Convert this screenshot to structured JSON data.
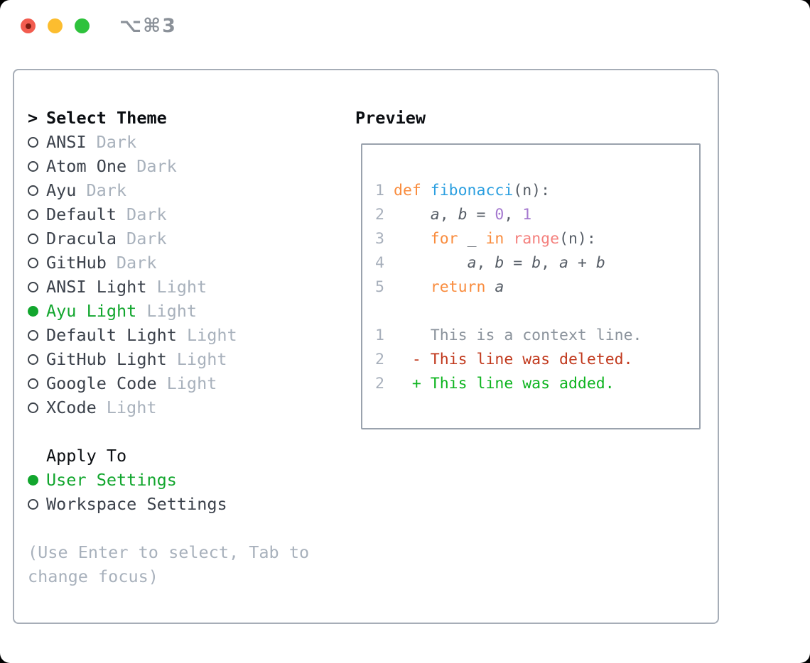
{
  "titlebar": {
    "title": "⌥⌘3"
  },
  "colors": {
    "traffic_red": "#f25c4f",
    "traffic_red_dot": "#7c1c11",
    "traffic_yellow": "#fcbd2f",
    "traffic_green": "#2ec23c",
    "title_gray": "#8b9199",
    "panel_border": "#a6adb7",
    "preview_border": "#9aa2ad",
    "heading_black": "#0b0e12",
    "text_dark": "#3b414b",
    "muted": "#a8b1bc",
    "selected_green": "#12a62e",
    "line_number": "#a7afbb"
  },
  "sidebar": {
    "cursor": ">",
    "select_theme_heading": "Select Theme",
    "themes": [
      {
        "name": "ANSI",
        "variant": "Dark",
        "selected": false
      },
      {
        "name": "Atom One",
        "variant": "Dark",
        "selected": false
      },
      {
        "name": "Ayu",
        "variant": "Dark",
        "selected": false
      },
      {
        "name": "Default",
        "variant": "Dark",
        "selected": false
      },
      {
        "name": "Dracula",
        "variant": "Dark",
        "selected": false
      },
      {
        "name": "GitHub",
        "variant": "Dark",
        "selected": false
      },
      {
        "name": "ANSI Light",
        "variant": "Light",
        "selected": false
      },
      {
        "name": "Ayu Light",
        "variant": "Light",
        "selected": true
      },
      {
        "name": "Default Light",
        "variant": "Light",
        "selected": false
      },
      {
        "name": "GitHub Light",
        "variant": "Light",
        "selected": false
      },
      {
        "name": "Google Code",
        "variant": "Light",
        "selected": false
      },
      {
        "name": "XCode",
        "variant": "Light",
        "selected": false
      }
    ],
    "apply_to_heading": "Apply To",
    "apply_targets": [
      {
        "label": "User Settings",
        "selected": true
      },
      {
        "label": "Workspace Settings",
        "selected": false
      }
    ],
    "footer_lines": [
      "(Use Enter to select, Tab to",
      "change focus)"
    ]
  },
  "preview": {
    "heading": "Preview",
    "syntax_colors": {
      "keyword": "#f98c3e",
      "function": "#2b9fe0",
      "number": "#a579cf",
      "call": "#f4807d",
      "plain": "#565d66",
      "var": "#565d66",
      "context": "#8b939c",
      "deleted": "#c1391d",
      "added": "#0db41f"
    },
    "lines": [
      {
        "num": "1",
        "segments": [
          {
            "t": "def ",
            "c": "keyword"
          },
          {
            "t": "fibonacci",
            "c": "function"
          },
          {
            "t": "(n):",
            "c": "plain"
          }
        ]
      },
      {
        "num": "2",
        "segments": [
          {
            "t": "    ",
            "c": "plain"
          },
          {
            "t": "a",
            "c": "var"
          },
          {
            "t": ", ",
            "c": "plain"
          },
          {
            "t": "b",
            "c": "var"
          },
          {
            "t": " = ",
            "c": "plain"
          },
          {
            "t": "0",
            "c": "number"
          },
          {
            "t": ", ",
            "c": "plain"
          },
          {
            "t": "1",
            "c": "number"
          }
        ]
      },
      {
        "num": "3",
        "segments": [
          {
            "t": "    ",
            "c": "plain"
          },
          {
            "t": "for",
            "c": "keyword"
          },
          {
            "t": " _ ",
            "c": "plain"
          },
          {
            "t": "in",
            "c": "keyword"
          },
          {
            "t": " ",
            "c": "plain"
          },
          {
            "t": "range",
            "c": "call"
          },
          {
            "t": "(n):",
            "c": "plain"
          }
        ]
      },
      {
        "num": "4",
        "segments": [
          {
            "t": "        ",
            "c": "plain"
          },
          {
            "t": "a",
            "c": "var"
          },
          {
            "t": ", ",
            "c": "plain"
          },
          {
            "t": "b",
            "c": "var"
          },
          {
            "t": " = ",
            "c": "plain"
          },
          {
            "t": "b",
            "c": "var"
          },
          {
            "t": ", ",
            "c": "plain"
          },
          {
            "t": "a",
            "c": "var"
          },
          {
            "t": " + ",
            "c": "plain"
          },
          {
            "t": "b",
            "c": "var"
          }
        ]
      },
      {
        "num": "5",
        "segments": [
          {
            "t": "    ",
            "c": "plain"
          },
          {
            "t": "return",
            "c": "keyword"
          },
          {
            "t": " ",
            "c": "plain"
          },
          {
            "t": "a",
            "c": "var"
          }
        ]
      },
      {
        "num": "",
        "segments": []
      },
      {
        "num": "1",
        "segments": [
          {
            "t": "    This is a context line.",
            "c": "context"
          }
        ]
      },
      {
        "num": "2",
        "segments": [
          {
            "t": "  - This line was deleted.",
            "c": "deleted"
          }
        ]
      },
      {
        "num": "2",
        "segments": [
          {
            "t": "  + This line was added.",
            "c": "added"
          }
        ]
      }
    ]
  }
}
